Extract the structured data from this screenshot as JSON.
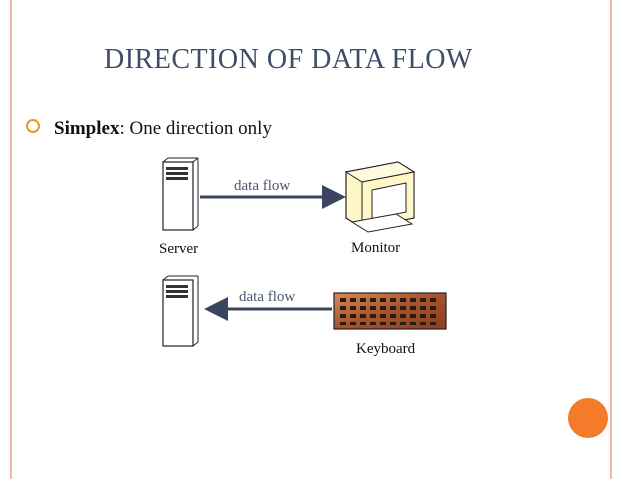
{
  "slide": {
    "title": "DIRECTION OF DATA FLOW",
    "bullet": {
      "term": "Simplex",
      "text": ": One direction only"
    }
  },
  "diagram": {
    "top": {
      "source_label": "Server",
      "target_label": "Monitor",
      "flow_label": "data flow",
      "arrow_direction": "right"
    },
    "bottom": {
      "source_label": "Keyboard",
      "flow_label": "data flow",
      "arrow_direction": "left"
    }
  },
  "colors": {
    "border": "#f4b8a8",
    "accent_dot": "#f47b2a",
    "title": "#3f4d6b",
    "bullet": "#f0952c",
    "arrow": "#3a4560",
    "keyboard": "#b5623a",
    "monitor": "#fff7c8"
  }
}
